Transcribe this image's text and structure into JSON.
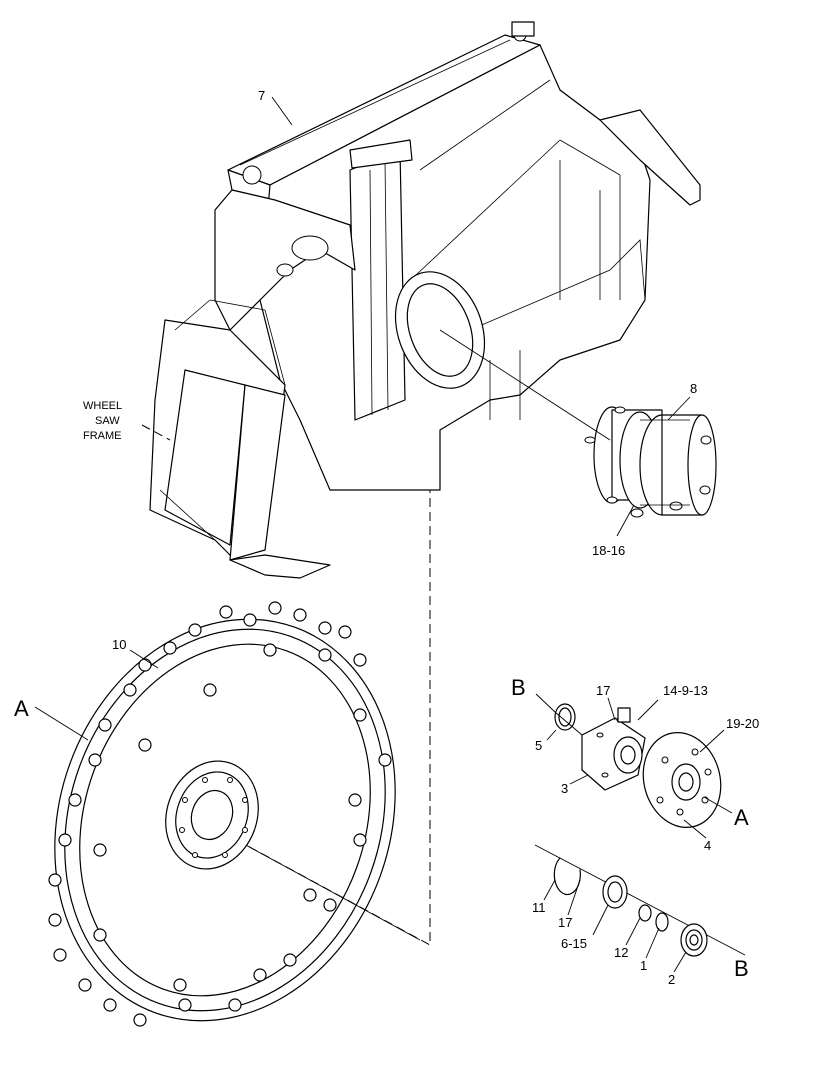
{
  "callouts": {
    "frame_top": "7",
    "motor": "8",
    "motor_bolts": "18-16",
    "wheel": "10",
    "frame_label_line1": "WHEEL",
    "frame_label_line2": "SAW",
    "frame_label_line3": "FRAME",
    "ref_a_wheel": "A",
    "ref_b_top": "B",
    "hub_17": "17",
    "hub_14_9_13": "14-9-13",
    "hub_19_20": "19-20",
    "hub_5": "5",
    "hub_3": "3",
    "ref_a_hub": "A",
    "hub_4": "4",
    "seal_11": "11",
    "seal_17": "17",
    "seal_6_15": "6-15",
    "seal_12": "12",
    "seal_1": "1",
    "seal_2": "2",
    "ref_b_bottom": "B"
  }
}
